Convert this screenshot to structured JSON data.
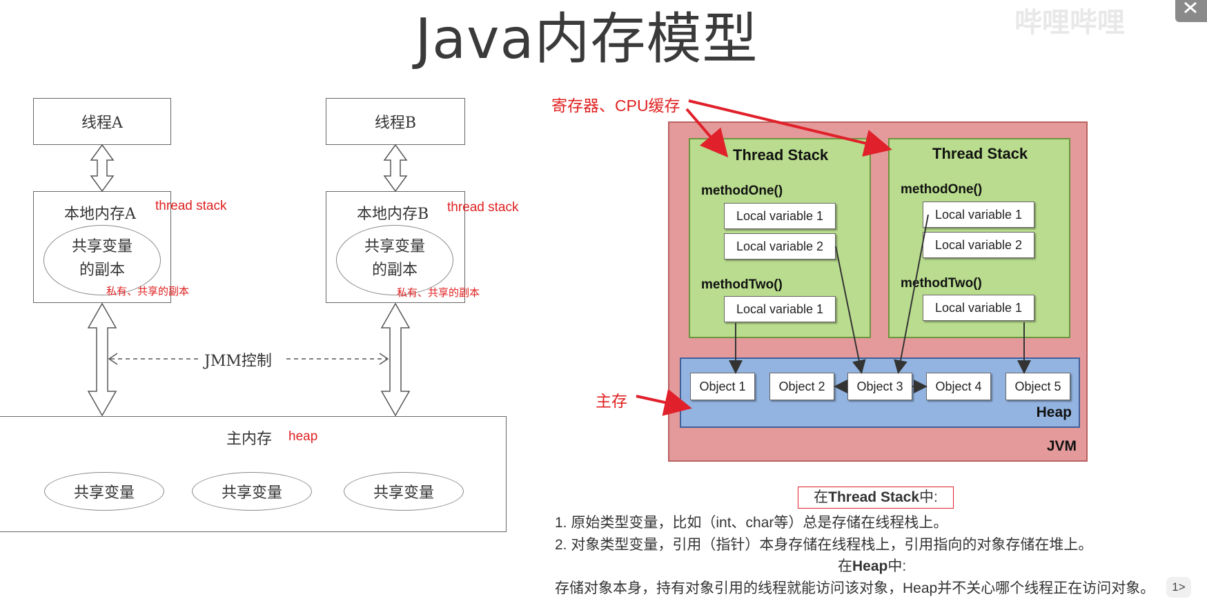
{
  "title": "Java内存模型",
  "watermark": "哔哩哔哩",
  "left_diagram": {
    "thread_a": "线程A",
    "thread_b": "线程B",
    "local_a": "本地内存A",
    "local_b": "本地内存B",
    "copy_line1": "共享变量",
    "copy_line2": "的副本",
    "jmm": "JMM控制",
    "main_memory": "主内存",
    "shared_var": "共享变量",
    "note_thread_stack": "thread stack",
    "note_private": "私有、共享的副本",
    "note_heap": "heap"
  },
  "right_diagram": {
    "note_register": "寄存器、CPU缓存",
    "note_main": "主存",
    "thread_stack": "Thread Stack",
    "method_one": "methodOne()",
    "method_two": "methodTwo()",
    "local_var_1": "Local variable 1",
    "local_var_2": "Local variable 2",
    "objects": [
      "Object 1",
      "Object 2",
      "Object 3",
      "Object 4",
      "Object 5"
    ],
    "heap": "Heap",
    "jvm": "JVM",
    "colors": {
      "jvm": "#e49a9a",
      "stack": "#b9dc8e",
      "heap": "#93b4e0",
      "arrow": "#e0202a"
    }
  },
  "captions": {
    "stack_heading_pre": "在",
    "stack_heading_bold": "Thread Stack",
    "stack_heading_post": "中:",
    "line1": "1. 原始类型变量，比如（int、char等）总是存储在线程栈上。",
    "line2": "2. 对象类型变量，引用（指针）本身存储在线程栈上，引用指向的对象存储在堆上。",
    "heap_heading_pre": "在",
    "heap_heading_bold": "Heap",
    "heap_heading_post": "中:",
    "line3": "存储对象本身，持有对象引用的线程就能访问该对象，Heap并不关心哪个线程正在访问对象。",
    "page_badge": "1>"
  }
}
